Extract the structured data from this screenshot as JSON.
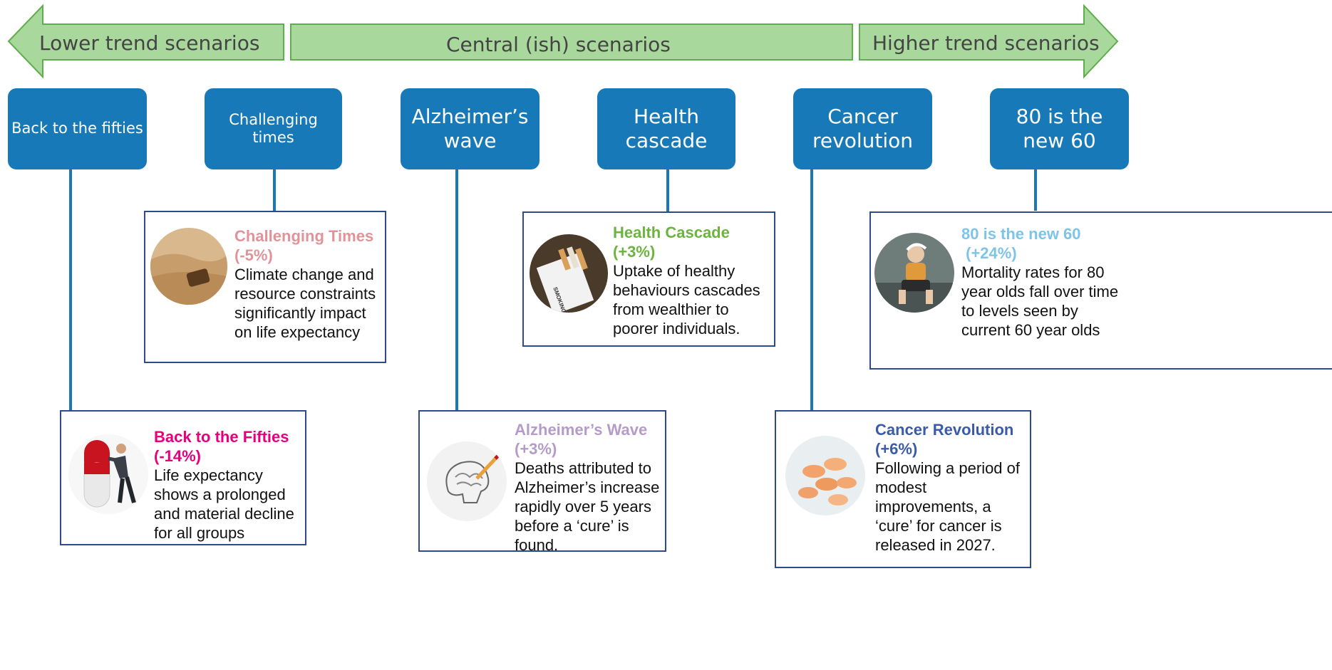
{
  "bands": {
    "lower": "Lower trend scenarios",
    "central": "Central (ish) scenarios",
    "higher": "Higher trend scenarios",
    "fill_color": "#a9d89c",
    "stroke_color": "#5fae4d"
  },
  "nodes": {
    "fifties": "Back to the fifties",
    "challenging": "Challenging times",
    "alzheimers": "Alzheimer’s wave",
    "health": "Health cascade",
    "cancer": "Cancer revolution",
    "eighty": "80 is the new 60",
    "color": "#1779b8"
  },
  "cards": {
    "challenging": {
      "title": "Challenging Times",
      "pct": "(-5%)",
      "desc": "Climate change and resource constraints significantly impact on life expectancy",
      "color": "#e0949a",
      "image": "desert-pipe-image"
    },
    "health": {
      "title": "Health Cascade",
      "pct": "(+3%)",
      "desc": "Uptake of healthy behaviours cascades from wealthier to poorer individuals.",
      "color": "#6db33f",
      "image": "cigarette-pack-image",
      "pack_text": "SMOKING KILLS"
    },
    "eighty": {
      "title": "80 is the new 60",
      "pct": " (+24%)",
      "desc": "Mortality rates for 80 year olds fall over time to levels seen by current 60 year olds",
      "color": "#7ec4e8",
      "image": "elderly-runner-image"
    },
    "fifties": {
      "title": "Back to the Fifties",
      "pct": "(-14%)",
      "desc": "Life expectancy shows a prolonged and material decline for all groups",
      "color": "#e6007e",
      "image": "man-pushing-pill-image"
    },
    "alzheimers": {
      "title": "Alzheimer’s Wave",
      "pct": "(+3%)",
      "desc": "Deaths attributed to Alzheimer’s increase rapidly over 5 years before a ‘cure’ is found.",
      "color": "#b49bc8",
      "image": "brain-sketch-image"
    },
    "cancer": {
      "title": "Cancer Revolution",
      "pct": "(+6%)",
      "desc": "Following a period of modest improvements, a ‘cure’ for cancer is released in 2027.",
      "color": "#3a5ba8",
      "image": "pills-image"
    }
  }
}
